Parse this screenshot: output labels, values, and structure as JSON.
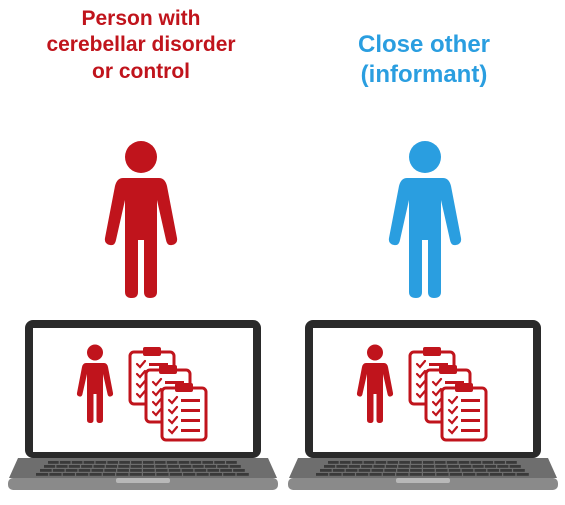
{
  "participant": {
    "label_lines": [
      "Person with",
      "cerebellar disorder",
      "or control"
    ],
    "color": "#c0141c",
    "icon": "person-icon"
  },
  "informant": {
    "label_lines": [
      "Close other",
      "(informant)"
    ],
    "color": "#2a9ee0",
    "icon": "person-icon"
  },
  "laptop_screen": {
    "icons": [
      "person-icon",
      "clipboard-checklist-icon",
      "clipboard-checklist-icon",
      "clipboard-checklist-icon"
    ],
    "icon_color": "#c0141c"
  },
  "laptop_colors": {
    "body": "#6e6e6e",
    "bezel": "#2a2a2a",
    "screen": "#ffffff",
    "base": "#8a8a8a",
    "keys": "#3a3a3a"
  }
}
